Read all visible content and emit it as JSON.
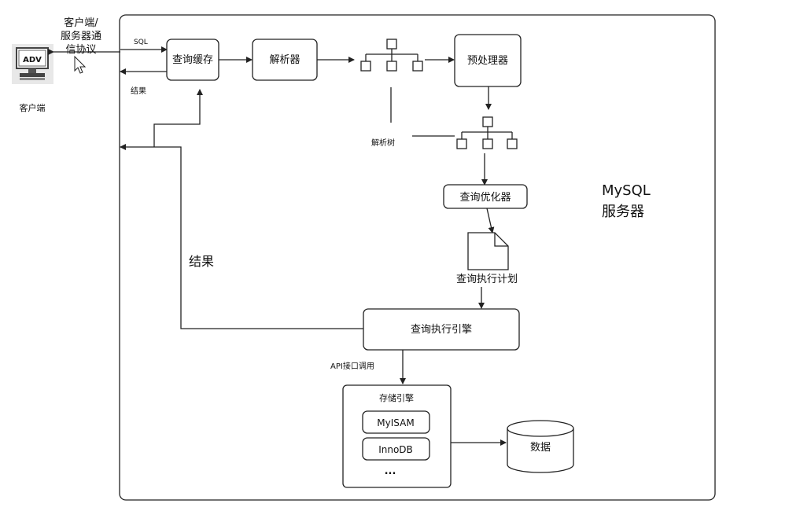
{
  "client": {
    "monitor_text": "ADV",
    "label": "客户端",
    "protocol_lines": [
      "客户端/",
      "服务器通",
      "信协议"
    ]
  },
  "labels": {
    "sql": "SQL",
    "result_small": "结果",
    "result_large": "结果",
    "parse_tree": "解析树",
    "api_call": "API接口调用",
    "server_lines": [
      "MySQL",
      "服务器"
    ]
  },
  "nodes": {
    "query_cache": "查询缓存",
    "parser": "解析器",
    "preprocessor": "预处理器",
    "optimizer": "查询优化器",
    "execution_plan": "查询执行计划",
    "execution_engine": "查询执行引擎",
    "storage_engine": {
      "title": "存储引擎",
      "engines": [
        "MyISAM",
        "InnoDB"
      ],
      "more": "..."
    },
    "data": "数据"
  }
}
